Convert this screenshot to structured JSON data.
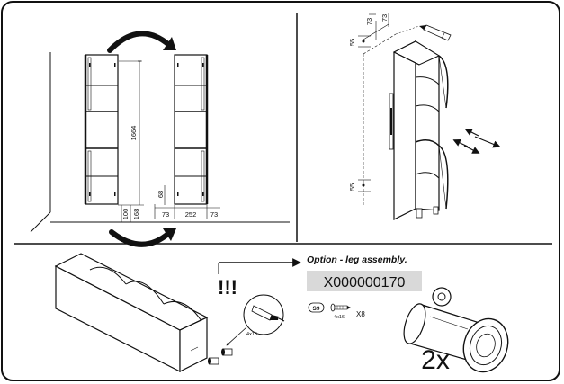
{
  "dimensions": {
    "height_total": "1664",
    "height_base": "100",
    "height_leg": "168",
    "gap_top": "68",
    "width_left": "73",
    "width_mid": "252",
    "width_right": "73",
    "wall_offset_1": "73",
    "wall_offset_2": "73",
    "mount_top": "55",
    "mount_bottom": "55"
  },
  "option": {
    "title": "Option - leg assembly.",
    "warning": "!!!",
    "article_code": "X000000170",
    "screw_size_small": "4x16",
    "screw_id": "S9",
    "screw_size": "4x16",
    "screw_qty": "X8",
    "leg_qty": "2x"
  }
}
